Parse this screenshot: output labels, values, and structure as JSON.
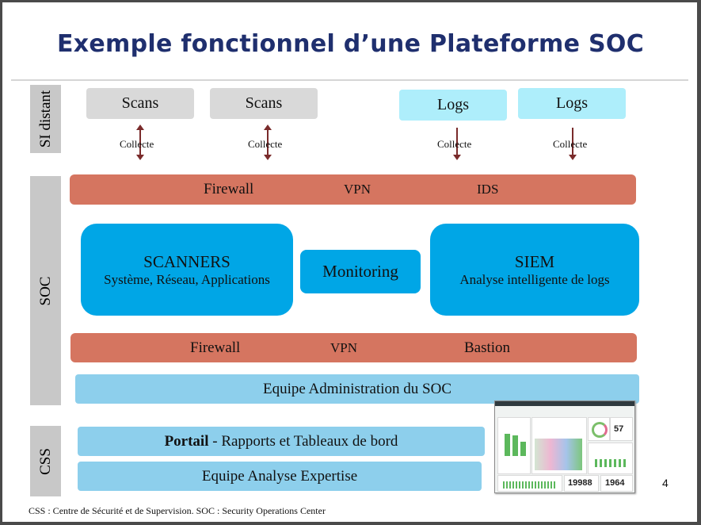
{
  "title": "Exemple fonctionnel d’une Plateforme SOC",
  "side_labels": {
    "si": "SI distant",
    "soc": "SOC",
    "css": "CSS"
  },
  "top_boxes": [
    "Scans",
    "Scans",
    "Logs",
    "Logs"
  ],
  "collecte": "Collecte",
  "band1": {
    "a": "Firewall",
    "b": "VPN",
    "c": "IDS"
  },
  "scanners": {
    "title": "SCANNERS",
    "subtitle": "Système, Réseau, Applications"
  },
  "monitoring": "Monitoring",
  "siem": {
    "title": "SIEM",
    "subtitle": "Analyse intelligente de logs"
  },
  "band2": {
    "a": "Firewall",
    "b": "VPN",
    "c": "Bastion"
  },
  "admin": "Equipe Administration du SOC",
  "portail": {
    "bold": "Portail",
    "rest": " - Rapports et Tableaux de bord"
  },
  "analyse": "Equipe Analyse Expertise",
  "footer": "CSS : Centre de Sécurité et de Supervision.   SOC : Security Operations Center",
  "page_number": "4",
  "dashboard": {
    "n1": "57",
    "n2": "19988",
    "n3": "1964"
  },
  "colors": {
    "title": "#1f2f6e",
    "firewall_band": "#d57560",
    "core_blue": "#00a6e6",
    "light_blue": "#8dcfec"
  }
}
